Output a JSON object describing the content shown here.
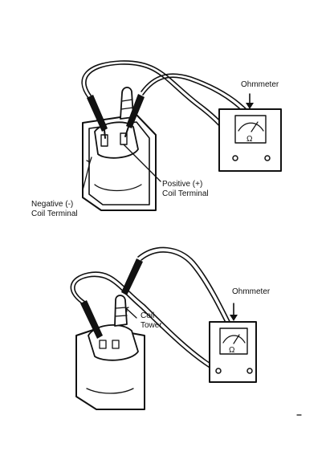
{
  "top_diagram": {
    "meter_label": "Ohmmeter",
    "meter_symbol": "Ω",
    "negative_label_line1": "Negative (-)",
    "negative_label_line2": "Coil Terminal",
    "positive_label_line1": "Positive (+)",
    "positive_label_line2": "Coil Terminal"
  },
  "bottom_diagram": {
    "meter_label": "Ohmmeter",
    "meter_symbol": "Ω",
    "tower_label_line1": "Coil",
    "tower_label_line2": "Tower"
  }
}
